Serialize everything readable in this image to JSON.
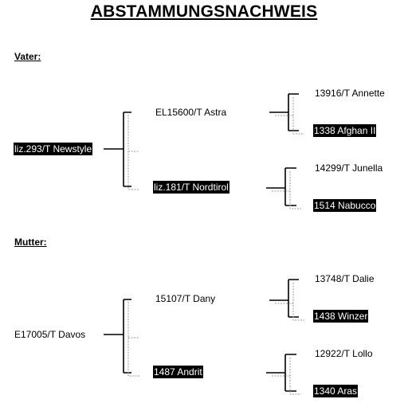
{
  "title": "ABSTAMMUNGSNACHWEIS",
  "vater": {
    "heading": "Vater:",
    "subject": "liz.293/T Newstyle",
    "parents": [
      "EL15600/T Astra",
      "liz.181/T Nordtirol"
    ],
    "grandparents": [
      "13916/T Annette",
      "1338 Afghan II",
      "14299/T Junella",
      "1514 Nabucco"
    ]
  },
  "mutter": {
    "heading": "Mutter:",
    "subject": "E17005/T Davos",
    "parents": [
      "15107/T Dany",
      "1487 Andrit"
    ],
    "grandparents": [
      "13748/T Dalie",
      "1438 Winzer",
      "12922/T Lollo",
      "1340 Aras"
    ]
  }
}
